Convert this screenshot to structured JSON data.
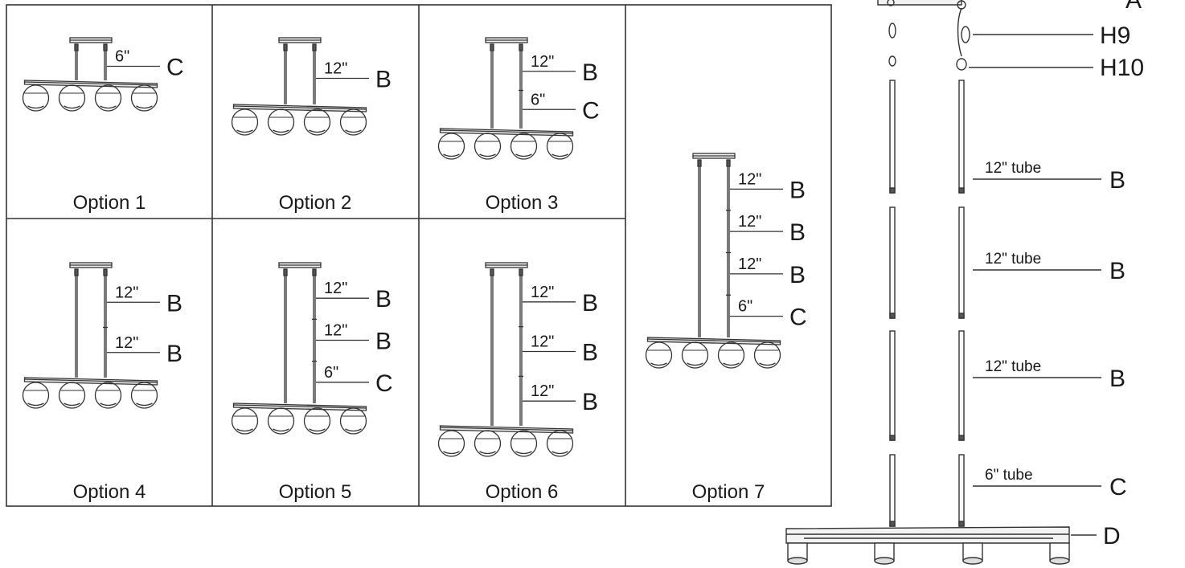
{
  "options": [
    {
      "title": "Option 1",
      "segments": [
        {
          "dim": "6\"",
          "part": "C"
        }
      ]
    },
    {
      "title": "Option 2",
      "segments": [
        {
          "dim": "12\"",
          "part": "B"
        }
      ]
    },
    {
      "title": "Option 3",
      "segments": [
        {
          "dim": "12\"",
          "part": "B"
        },
        {
          "dim": "6\"",
          "part": "C"
        }
      ]
    },
    {
      "title": "Option 4",
      "segments": [
        {
          "dim": "12\"",
          "part": "B"
        },
        {
          "dim": "12\"",
          "part": "B"
        }
      ]
    },
    {
      "title": "Option 5",
      "segments": [
        {
          "dim": "12\"",
          "part": "B"
        },
        {
          "dim": "12\"",
          "part": "B"
        },
        {
          "dim": "6\"",
          "part": "C"
        }
      ]
    },
    {
      "title": "Option 6",
      "segments": [
        {
          "dim": "12\"",
          "part": "B"
        },
        {
          "dim": "12\"",
          "part": "B"
        },
        {
          "dim": "12\"",
          "part": "B"
        }
      ]
    },
    {
      "title": "Option 7",
      "segments": [
        {
          "dim": "12\"",
          "part": "B"
        },
        {
          "dim": "12\"",
          "part": "B"
        },
        {
          "dim": "12\"",
          "part": "B"
        },
        {
          "dim": "6\"",
          "part": "C"
        }
      ]
    }
  ],
  "exploded": {
    "top_label": "A",
    "hardware": [
      "H9",
      "H10"
    ],
    "tubes": [
      {
        "text": "12\" tube",
        "part": "B"
      },
      {
        "text": "12\" tube",
        "part": "B"
      },
      {
        "text": "12\" tube",
        "part": "B"
      },
      {
        "text": "6\" tube",
        "part": "C"
      }
    ],
    "bar_label": "D"
  }
}
